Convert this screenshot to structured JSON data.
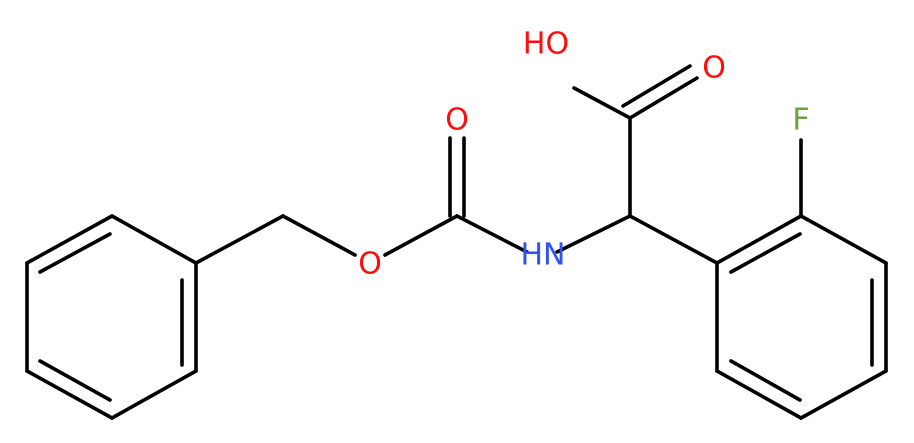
{
  "molecule": {
    "atom_colors": {
      "O": "#ff0d0d",
      "N": "#3050f8",
      "F": "#6d9f3c",
      "C": "#000000"
    },
    "atoms": [
      {
        "label": "HO",
        "element": "O"
      },
      {
        "label": "O",
        "element": "O"
      },
      {
        "label": "F",
        "element": "F"
      },
      {
        "label": "O",
        "element": "O"
      },
      {
        "label": "HN",
        "element": "N"
      },
      {
        "label": "O",
        "element": "O"
      }
    ]
  }
}
